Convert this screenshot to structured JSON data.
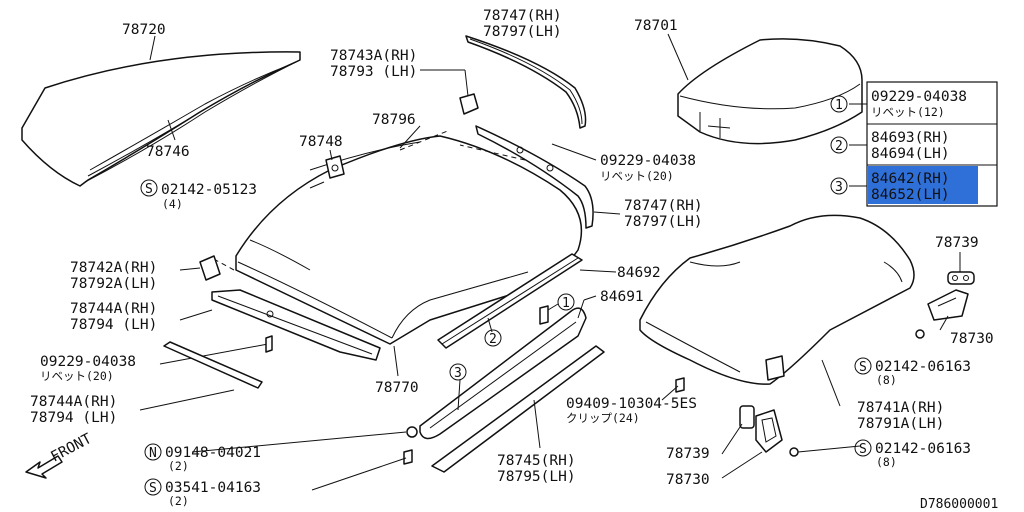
{
  "labels": {
    "p78720": "78720",
    "p78746": "78746",
    "p78747rh_top": "78747(RH)",
    "p78797lh_top": "78797(LH)",
    "p78701": "78701",
    "p78743a": "78743A(RH)",
    "p78793": "78793 (LH)",
    "p78796": "78796",
    "p78748": "78748",
    "s02142_05123": "02142-05123",
    "qty4": "(4)",
    "p09229_mid": "09229-04038",
    "rivet20_mid": "リベット(20)",
    "p78747rh_mid": "78747(RH)",
    "p78797lh_mid": "78797(LH)",
    "p78742a": "78742A(RH)",
    "p78792a": "78792A(LH)",
    "p84692": "84692",
    "p78744a_up": "78744A(RH)",
    "p78794_up": "78794 (LH)",
    "p84691": "84691",
    "p09229_left": "09229-04038",
    "rivet20_left": "リベット(20)",
    "p78770": "78770",
    "p78744a_low": "78744A(RH)",
    "p78794_low": "78794 (LH)",
    "p09409": "09409-10304-5ES",
    "clip24": "クリップ(24)",
    "front": "FRONT",
    "n09148": "09148-04021",
    "qty2_n": "(2)",
    "s03541": "03541-04163",
    "qty2_s": "(2)",
    "p78745rh": "78745(RH)",
    "p78795lh": "78795(LH)",
    "p78739_low": "78739",
    "p78730_low": "78730",
    "p78739_right": "78739",
    "p78730_right": "78730",
    "s02142_06163_a": "02142-06163",
    "qty8_a": "(8)",
    "p78741a": "78741A(RH)",
    "p78791a": "78791A(LH)",
    "s02142_06163_b": "02142-06163",
    "qty8_b": "(8)",
    "diagram_id": "D786000001",
    "s_mark": "S",
    "n_mark": "N",
    "c1": "1",
    "c2": "2",
    "c3": "3"
  },
  "legend": [
    {
      "key": "1",
      "line1": "09229-04038",
      "line2": "リベット(12)"
    },
    {
      "key": "2",
      "line1": "84693(RH)",
      "line2": "84694(LH)"
    },
    {
      "key": "3",
      "line1": "84642(RH)",
      "line2": "84652(LH)",
      "highlighted": true
    }
  ],
  "colors": {
    "highlight": "#2f6fd8",
    "ink": "#111111"
  }
}
